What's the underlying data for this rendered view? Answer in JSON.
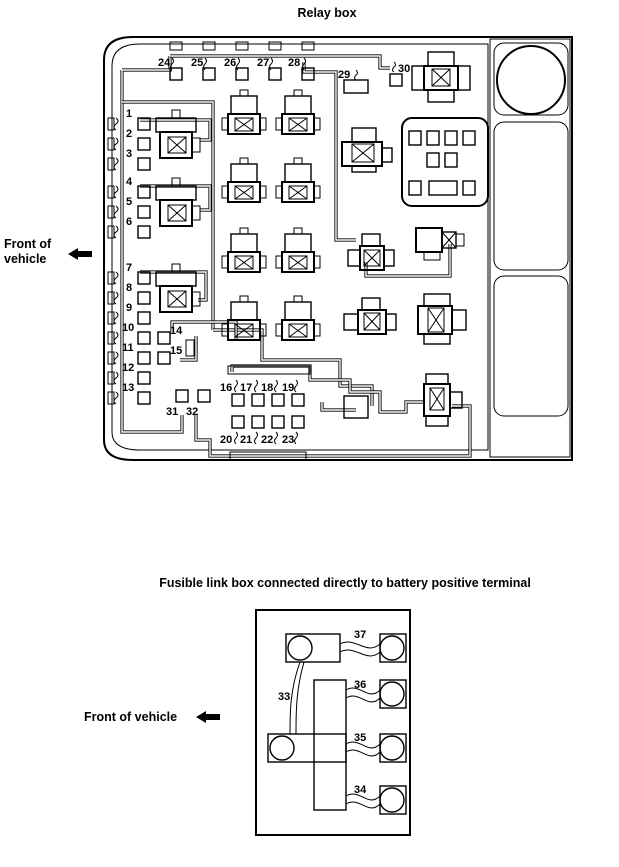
{
  "relay_box": {
    "title": "Relay box",
    "front_label": [
      "Front of",
      "vehicle"
    ],
    "fuse_numbers": [
      "1",
      "2",
      "3",
      "4",
      "5",
      "6",
      "7",
      "8",
      "9",
      "10",
      "11",
      "12",
      "13",
      "14",
      "15",
      "16",
      "17",
      "18",
      "19",
      "20",
      "21",
      "22",
      "23",
      "24",
      "25",
      "26",
      "27",
      "28",
      "29",
      "30",
      "31",
      "32"
    ]
  },
  "fusible_link_box": {
    "title": "Fusible link box connected directly to battery positive terminal",
    "front_label": "Front of vehicle",
    "link_numbers": [
      "33",
      "34",
      "35",
      "36",
      "37"
    ]
  },
  "icons": {
    "arrow": "arrow-left-icon",
    "relay": "relay-icon",
    "fuse": "fuse-icon"
  }
}
